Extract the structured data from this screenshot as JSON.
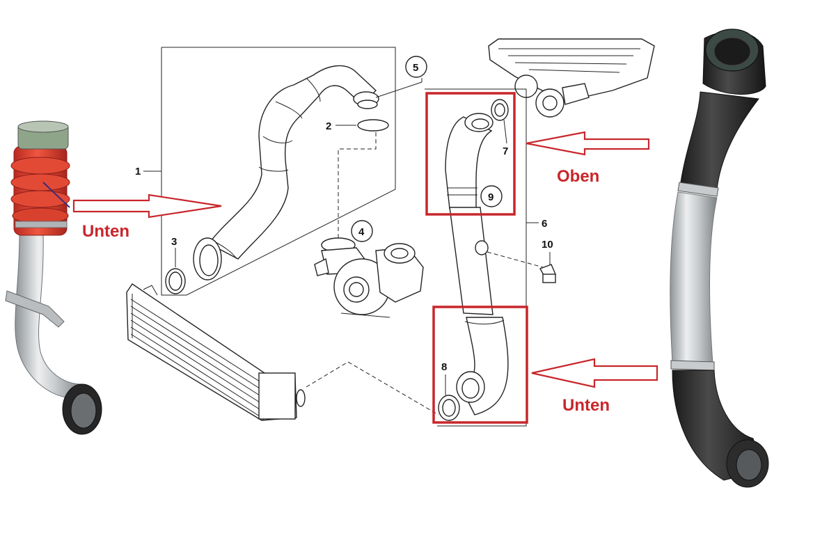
{
  "labels": {
    "unten_left": "Unten",
    "oben_right": "Oben",
    "unten_right": "Unten"
  },
  "callouts": {
    "c1": "1",
    "c2": "2",
    "c3": "3",
    "c4": "4",
    "c5": "5",
    "c6": "6",
    "c7": "7",
    "c8": "8",
    "c9": "9",
    "c10": "10"
  },
  "colors": {
    "annotation_red": "#c8262b",
    "hose_red": "#d93a2e",
    "hose_black": "#2a2a2a",
    "aluminium": "#c9ccce"
  }
}
